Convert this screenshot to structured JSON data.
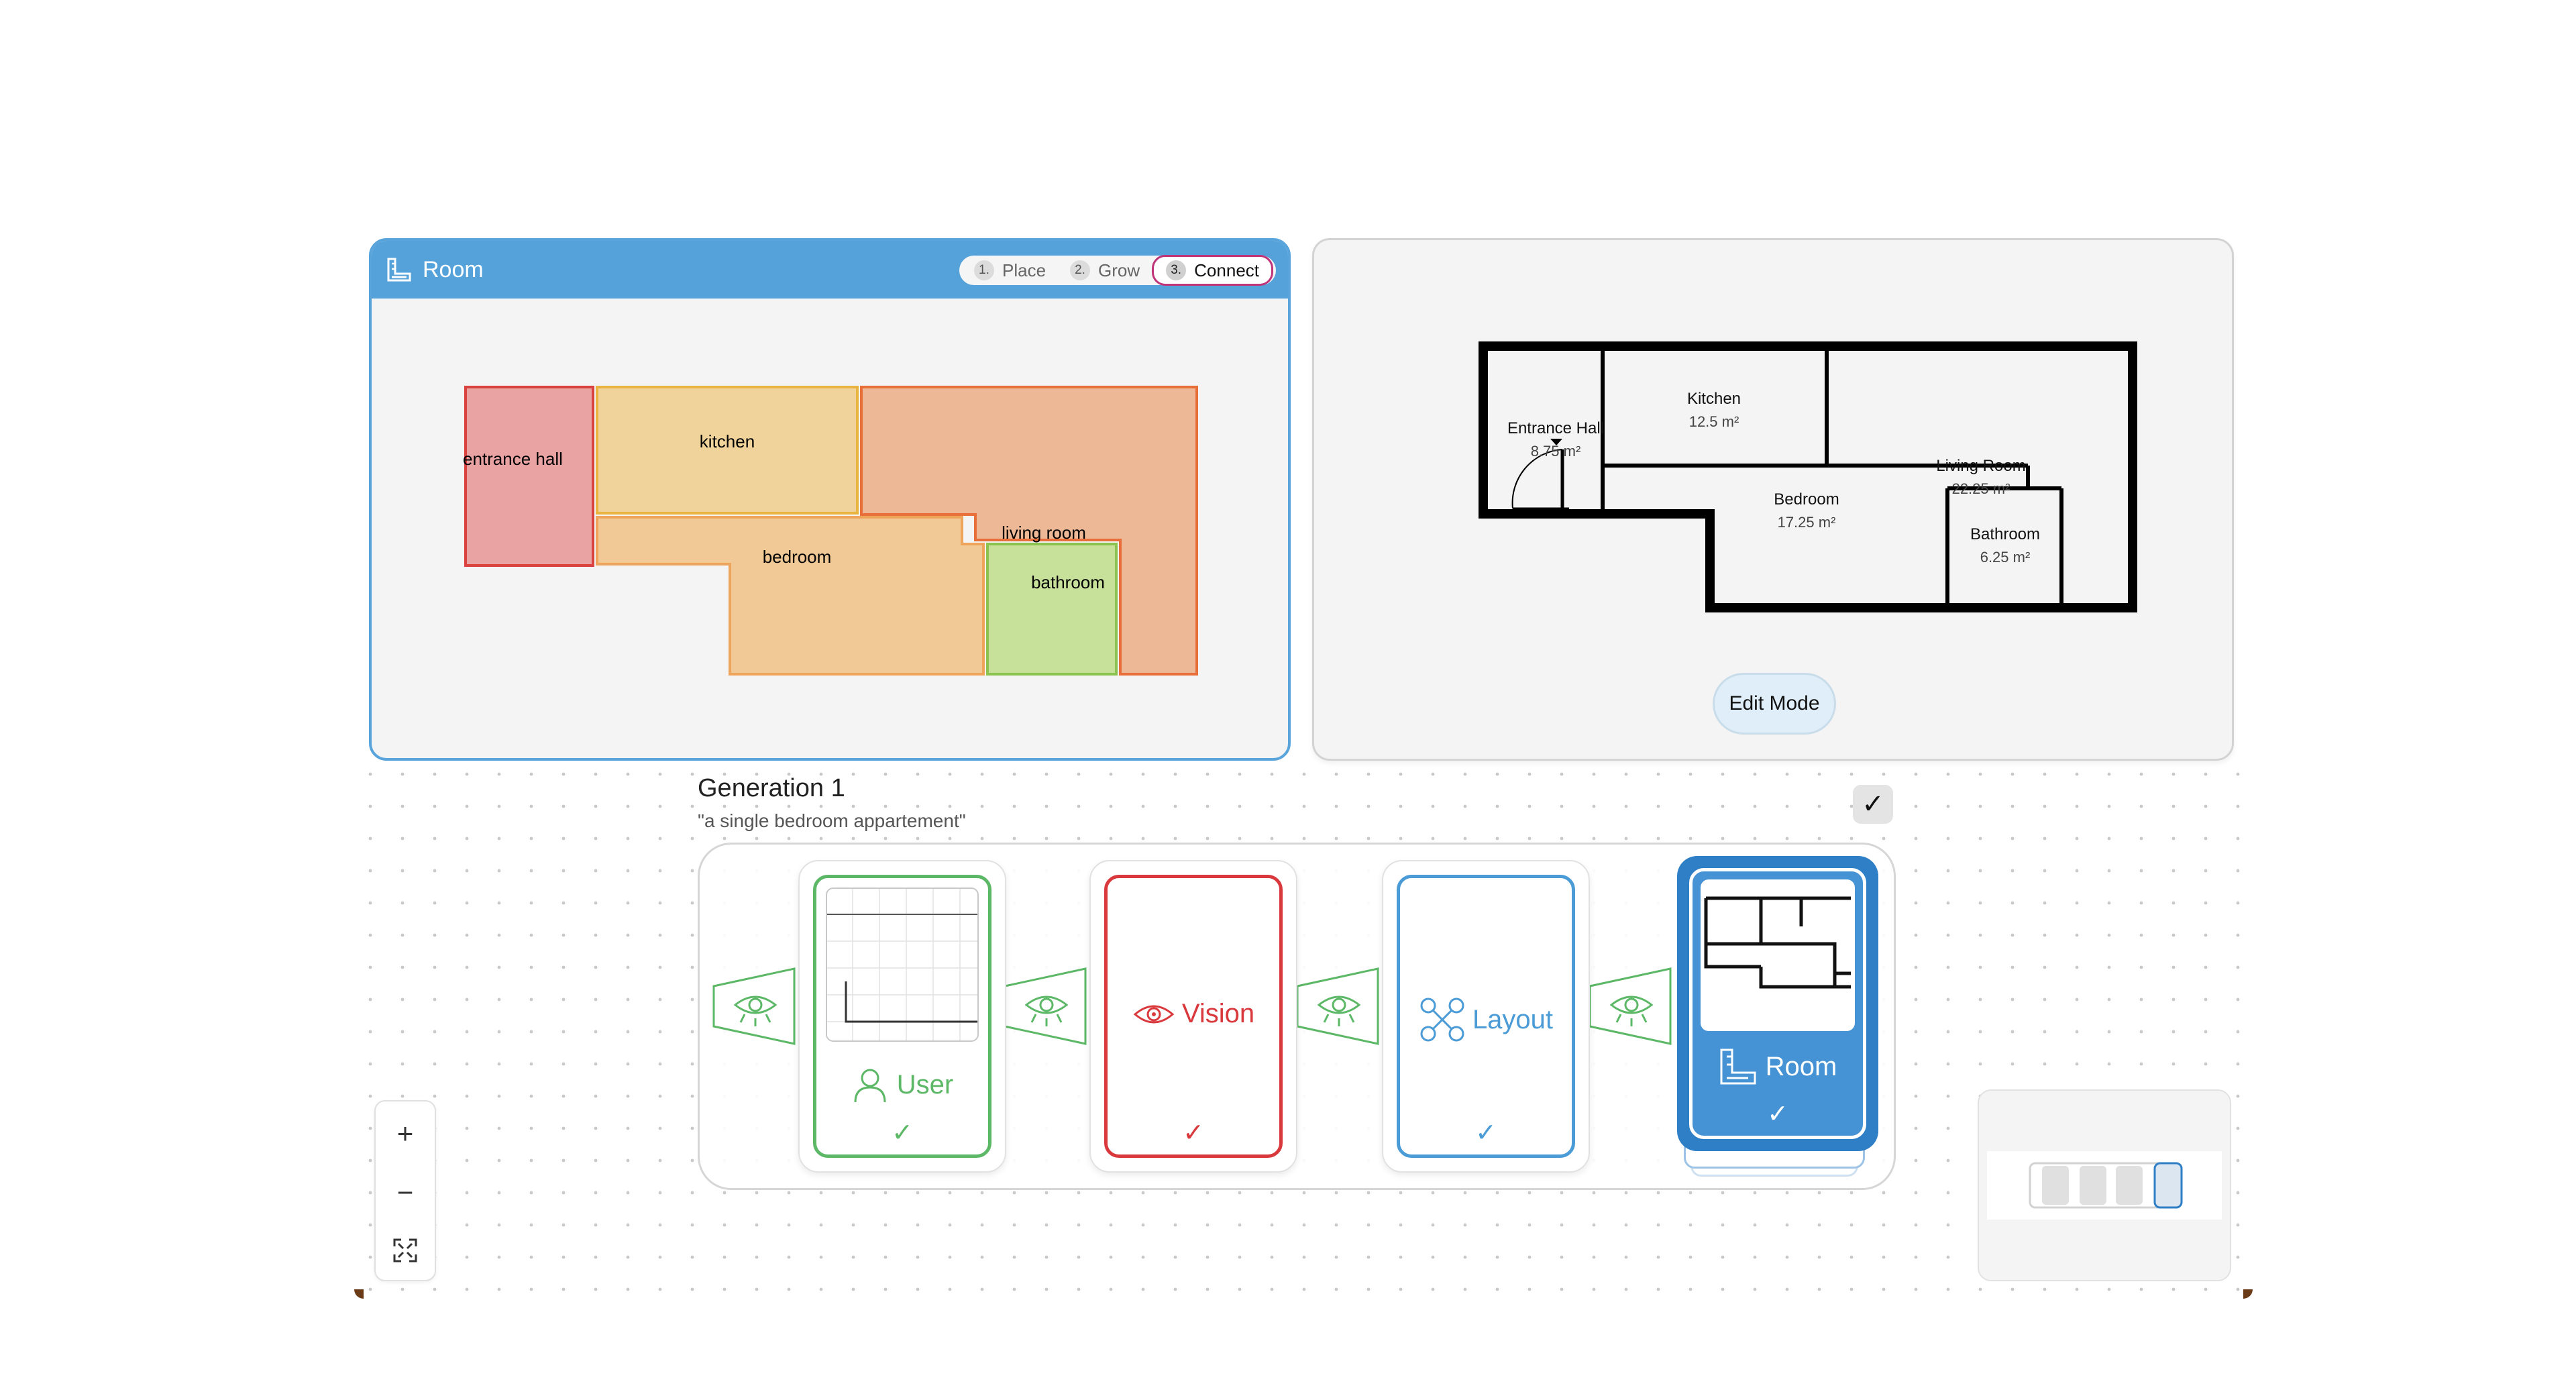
{
  "room_panel": {
    "title": "Room",
    "steps": [
      {
        "num": "1.",
        "label": "Place",
        "active": false
      },
      {
        "num": "2.",
        "label": "Grow",
        "active": false
      },
      {
        "num": "3.",
        "label": "Connect",
        "active": true
      }
    ],
    "rooms": [
      {
        "label": "entrance hall",
        "color": "#e9a3a3",
        "stroke": "#d9423f"
      },
      {
        "label": "kitchen",
        "color": "#f0d39a",
        "stroke": "#e9b540"
      },
      {
        "label": "living room",
        "color": "#edb895",
        "stroke": "#e86f3a"
      },
      {
        "label": "bedroom",
        "color": "#f0c996",
        "stroke": "#eea45a"
      },
      {
        "label": "bathroom",
        "color": "#c7e09a",
        "stroke": "#8cc24f"
      }
    ]
  },
  "plan_panel": {
    "rooms": [
      {
        "name": "Entrance Hall",
        "area": "8.75 m²"
      },
      {
        "name": "Kitchen",
        "area": "12.5 m²"
      },
      {
        "name": "Living Room",
        "area": "22.25 m²"
      },
      {
        "name": "Bedroom",
        "area": "17.25 m²"
      },
      {
        "name": "Bathroom",
        "area": "6.25 m²"
      }
    ],
    "edit_button": "Edit Mode"
  },
  "generation": {
    "title": "Generation 1",
    "prompt": "\"a single bedroom appartement\"",
    "check": "✓",
    "cards": [
      {
        "label": "User",
        "color": "#4fb35a",
        "check": "✓"
      },
      {
        "label": "Vision",
        "color": "#d9393c",
        "check": "✓"
      },
      {
        "label": "Layout",
        "color": "#4b9bd6",
        "check": "✓"
      },
      {
        "label": "Room",
        "color": "#ffffff",
        "check": "✓"
      }
    ]
  },
  "zoom": {
    "zoom_in": "+",
    "zoom_out": "−",
    "fit": "⛶"
  },
  "colors": {
    "accent": "#55a2db",
    "green": "#4fb35a",
    "red": "#d9393c",
    "blue": "#4b9bd6"
  }
}
